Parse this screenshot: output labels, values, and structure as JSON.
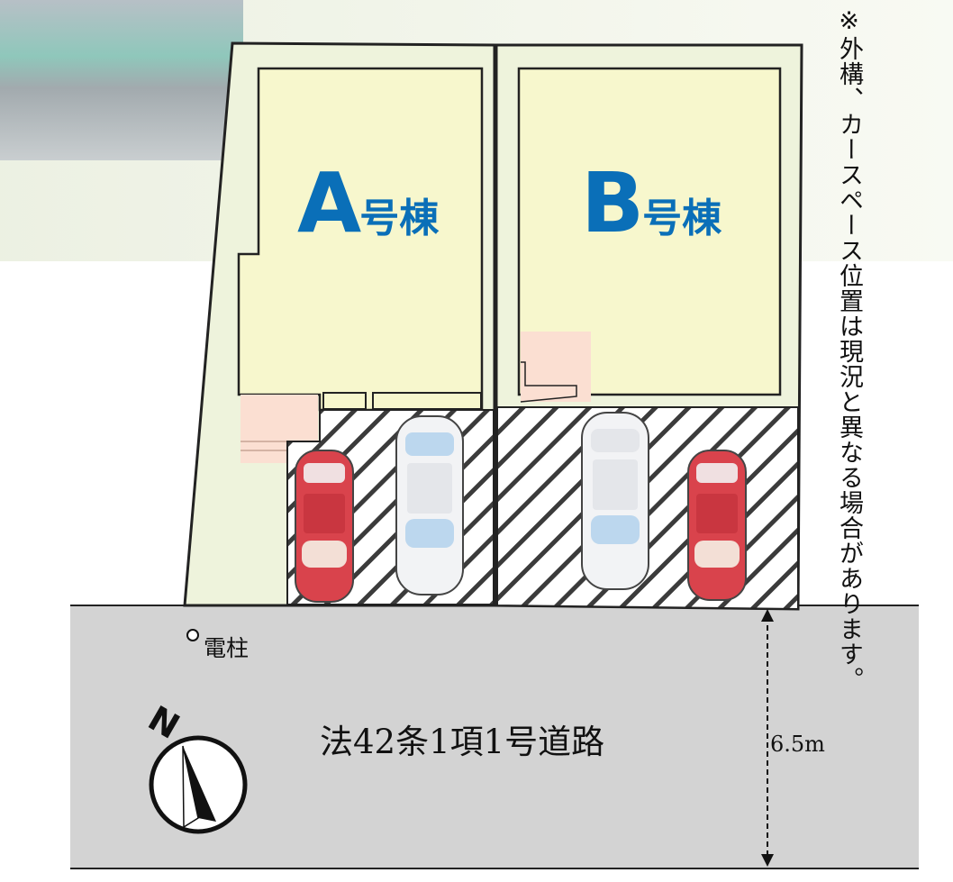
{
  "lots": [
    {
      "letter": "A",
      "suffix": "号棟"
    },
    {
      "letter": "B",
      "suffix": "号棟"
    }
  ],
  "note": "※外構、カースペース位置は現況と異なる場合があります。",
  "pole_label": "電柱",
  "road": {
    "name": "法42条1項1号道路",
    "width": "6.5m"
  },
  "compass": {
    "north_label": "N"
  },
  "colors": {
    "lot_fill": "#eef3dc",
    "building_fill": "#f7f7cd",
    "porch_fill": "#fbdfd2",
    "road_fill": "#d3d3d3",
    "label_blue": "#0a6fb8",
    "car_red": "#d9434c",
    "car_white": "#f2f3f5"
  }
}
